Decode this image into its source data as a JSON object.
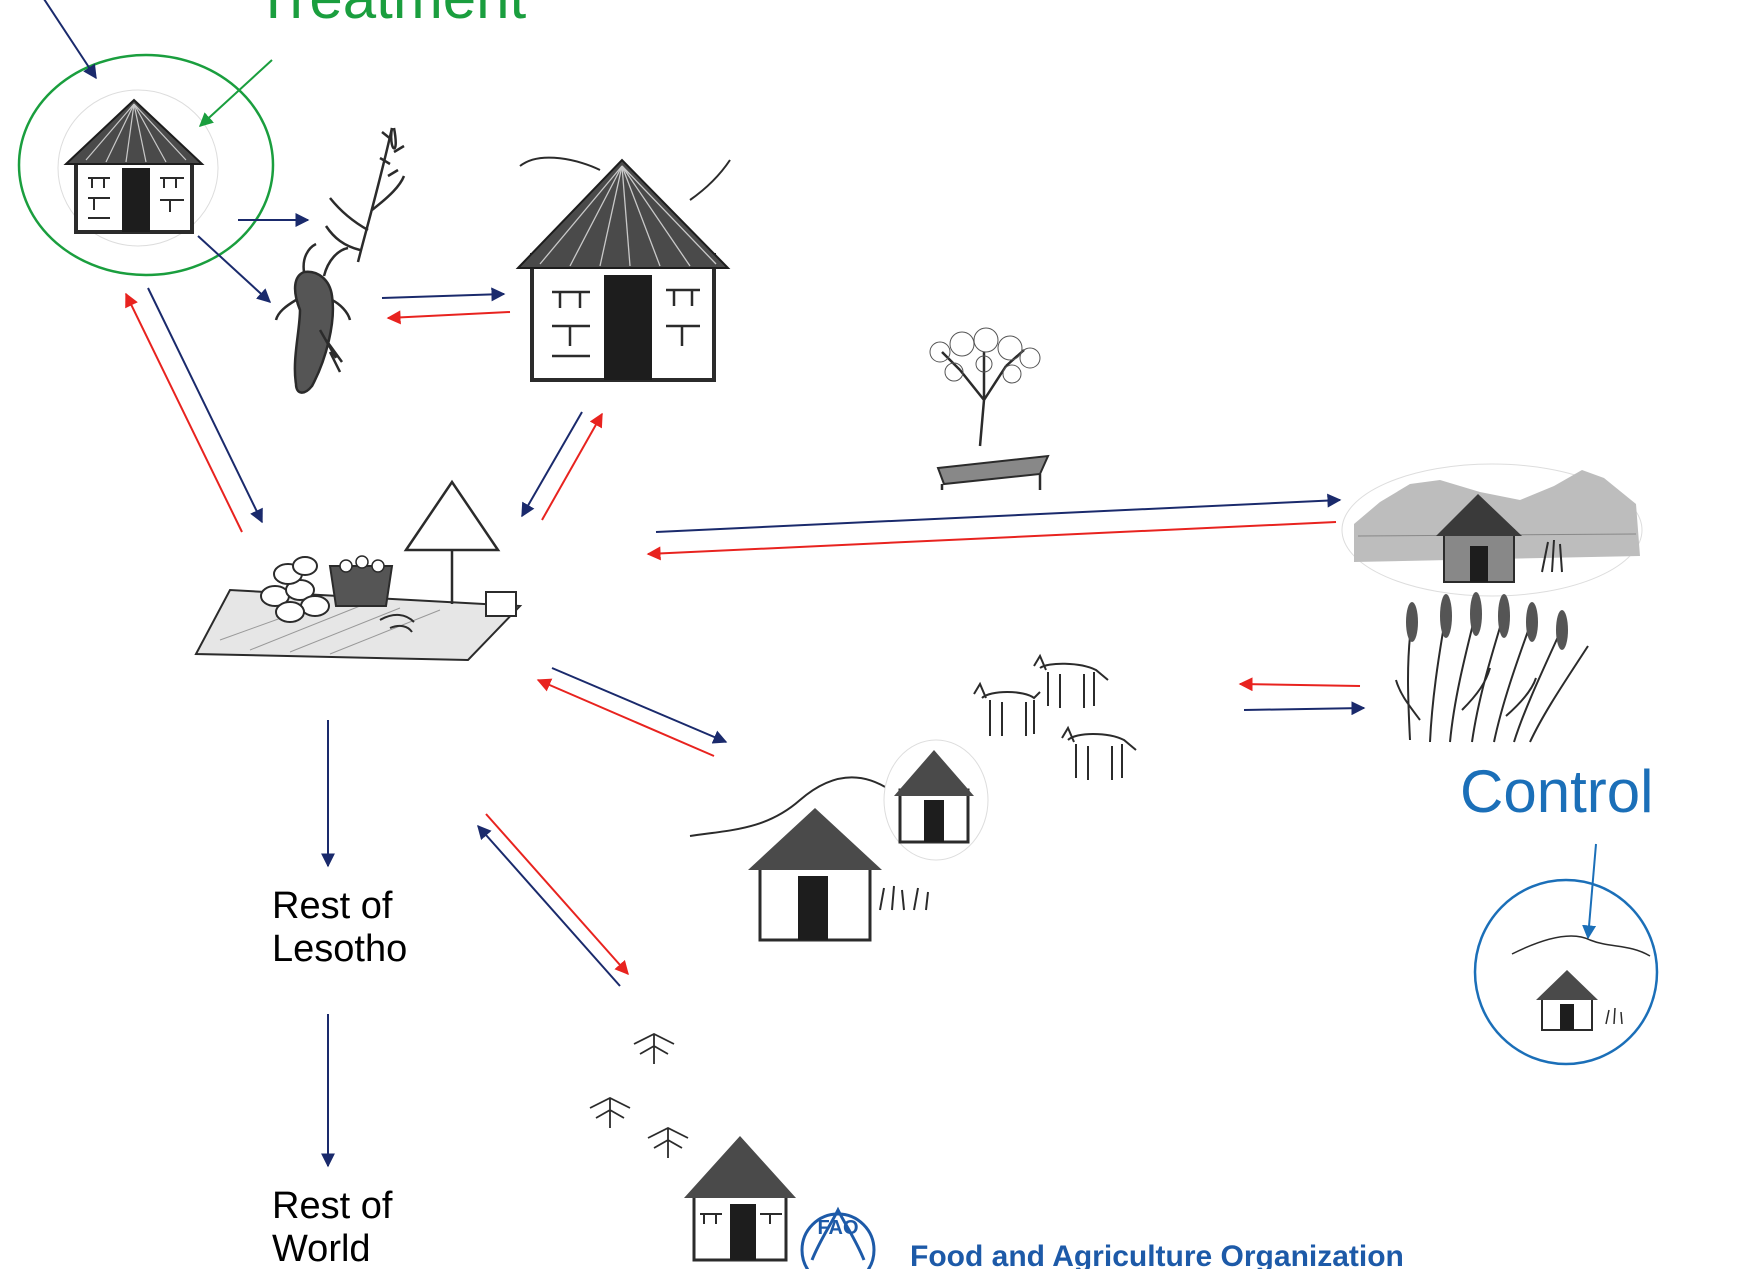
{
  "labels": {
    "treatment": "Treatment",
    "control": "Control",
    "rest_of_lesotho": "Rest of\nLesotho",
    "rest_of_world": "Rest of\nWorld"
  },
  "logo": {
    "letters": "FAO",
    "text": "Food and Agriculture Organization"
  },
  "colors": {
    "treatment": "#1a9e3e",
    "control": "#1b6fb8",
    "flow_out": "#1a2a6c",
    "flow_in": "#e8231f",
    "logo": "#1d5aa8",
    "sketch": "#2b2b2b",
    "hatch": "#999999"
  },
  "icons": [
    "hut-icon",
    "grain-stalk-icon",
    "goat-icon",
    "market-stall-icon",
    "tree-icon",
    "village-scene-icon",
    "crop-field-icon",
    "goat-herd-icon",
    "seedlings-icon",
    "fao-logo"
  ]
}
